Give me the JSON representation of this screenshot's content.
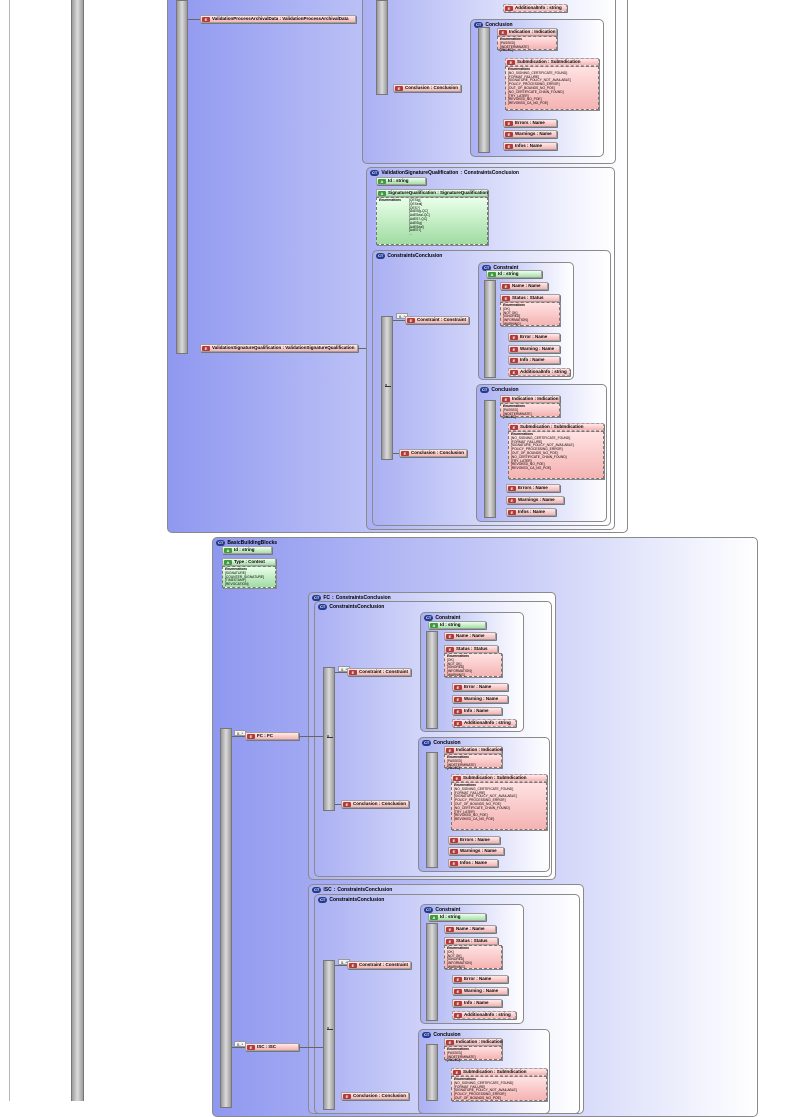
{
  "labels": {
    "validationProcessArchivalData": "ValidationProcessArchivalData",
    "validationProcessArchivalDataType": "ValidationProcessArchivalData",
    "validationSignatureQualification": "ValidationSignatureQualification",
    "validationSignatureQualificationType": "ValidationSignatureQualification",
    "validationSignatureQualificationHeader": "ValidationSignatureQualification",
    "constraintsConclusion": "ConstraintsConclusion",
    "constraint": "Constraint",
    "conclusion": "Conclusion",
    "id": "Id",
    "string": "string",
    "name": "Name",
    "status": "Status",
    "error": "Error",
    "warning": "Warning",
    "info": "Info",
    "additionalInfo": "AdditionalInfo",
    "indication": "Indication",
    "subIndication": "SubIndication",
    "errors": "Errors",
    "warnings": "Warnings",
    "infos": "Infos",
    "signatureQualification": "SignatureQualification",
    "basicBuildingBlocks": "BasicBuildingBlocks",
    "type": "Type",
    "context": "Context",
    "fc": "FC",
    "isc": "ISC",
    "enumerations": "Enumerations",
    "cardinality": "0..*"
  },
  "enums": {
    "indication": [
      "[PASSED]",
      "[INDETERMINATE]",
      "[FAILED]"
    ],
    "subIndication": [
      "[NO_SIGNING_CERTIFICATE_FOUND]",
      "[FORMAT_FAILURE]",
      "[SIGNATURE_POLICY_NOT_AVAILABLE]",
      "[POLICY_PROCESSING_ERROR]",
      "[OUT_OF_BOUNDS_NO_POE]",
      "[NO_CERTIFICATE_CHAIN_FOUND]",
      "[TRY_LATER]",
      "[REVOKED_NO_POE]",
      "[REVOKED_CA_NO_POE]"
    ],
    "subIndicationShort": [
      "[NO_SIGNING_CERTIFICATE_FOUND]",
      "[FORMAT_FAILURE]",
      "[SIGNATURE_POLICY_NOT_AVAILABLE]",
      "[POLICY_PROCESSING_ERROR]",
      "[OUT_OF_BOUNDS_NO_POE]"
    ],
    "status": [
      "[OK]",
      "[NOT OK]",
      "[IGNORED]",
      "[INFORMATION]",
      "[WARNING]"
    ],
    "signatureQualification": [
      "[QESig]",
      "[QESeal]",
      "[QES?]",
      "[AdESig-QC]",
      "[AdESeal-QC]",
      "[AdES?-QC]",
      "[AdESig]",
      "[AdESeal]",
      "[AdES?]",
      "..."
    ],
    "context": [
      "[SIGNATURE]",
      "[COUNTER_SIGNATURE]",
      "[TIMESTAMP]",
      "[REVOCATION]"
    ]
  }
}
